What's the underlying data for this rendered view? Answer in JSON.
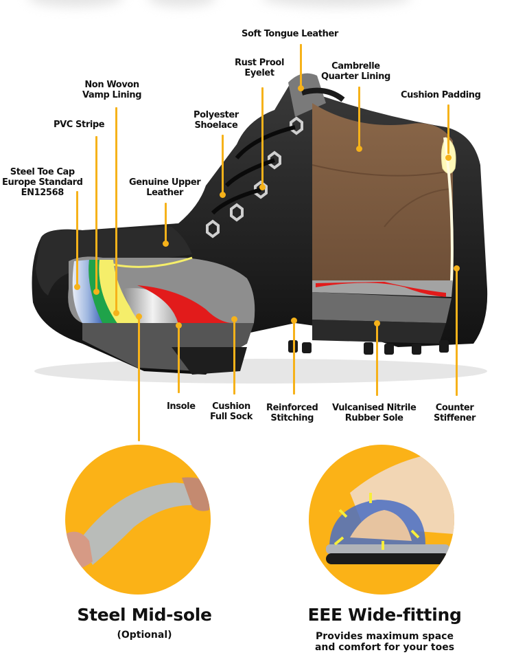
{
  "diagram": {
    "subject": "Safety boot cutaway",
    "accent_color": "#f6b21a",
    "labels": {
      "soft_tongue": "Soft Tongue Leather",
      "rust_eyelet_1": "Rust Prool",
      "rust_eyelet_2": "Eyelet",
      "cambrelle_1": "Cambrelle",
      "cambrelle_2": "Quarter Lining",
      "cushion_padding": "Cushion Padding",
      "non_woven_1": "Non Wovon",
      "non_woven_2": "Vamp Lining",
      "pvc_stripe": "PVC Stripe",
      "polyester_1": "Polyester",
      "polyester_2": "Shoelace",
      "steel_toe_1": "Steel Toe Cap",
      "steel_toe_2": "Europe Standard",
      "steel_toe_3": "EN12568",
      "upper_1": "Genuine Upper",
      "upper_2": "Leather",
      "insole": "Insole",
      "cushion_sock_1": "Cushion",
      "cushion_sock_2": "Full Sock",
      "stitching_1": "Reinforced",
      "stitching_2": "Stitching",
      "sole_1": "Vulcanised Nitrile",
      "sole_2": "Rubber Sole",
      "counter_1": "Counter",
      "counter_2": "Stiffener"
    }
  },
  "features": [
    {
      "title": "Steel Mid-sole",
      "subtitle": "(Optional)"
    },
    {
      "title": "EEE Wide-fitting",
      "subtitle_1": "Provides maximum space",
      "subtitle_2": "and comfort for your toes"
    }
  ]
}
